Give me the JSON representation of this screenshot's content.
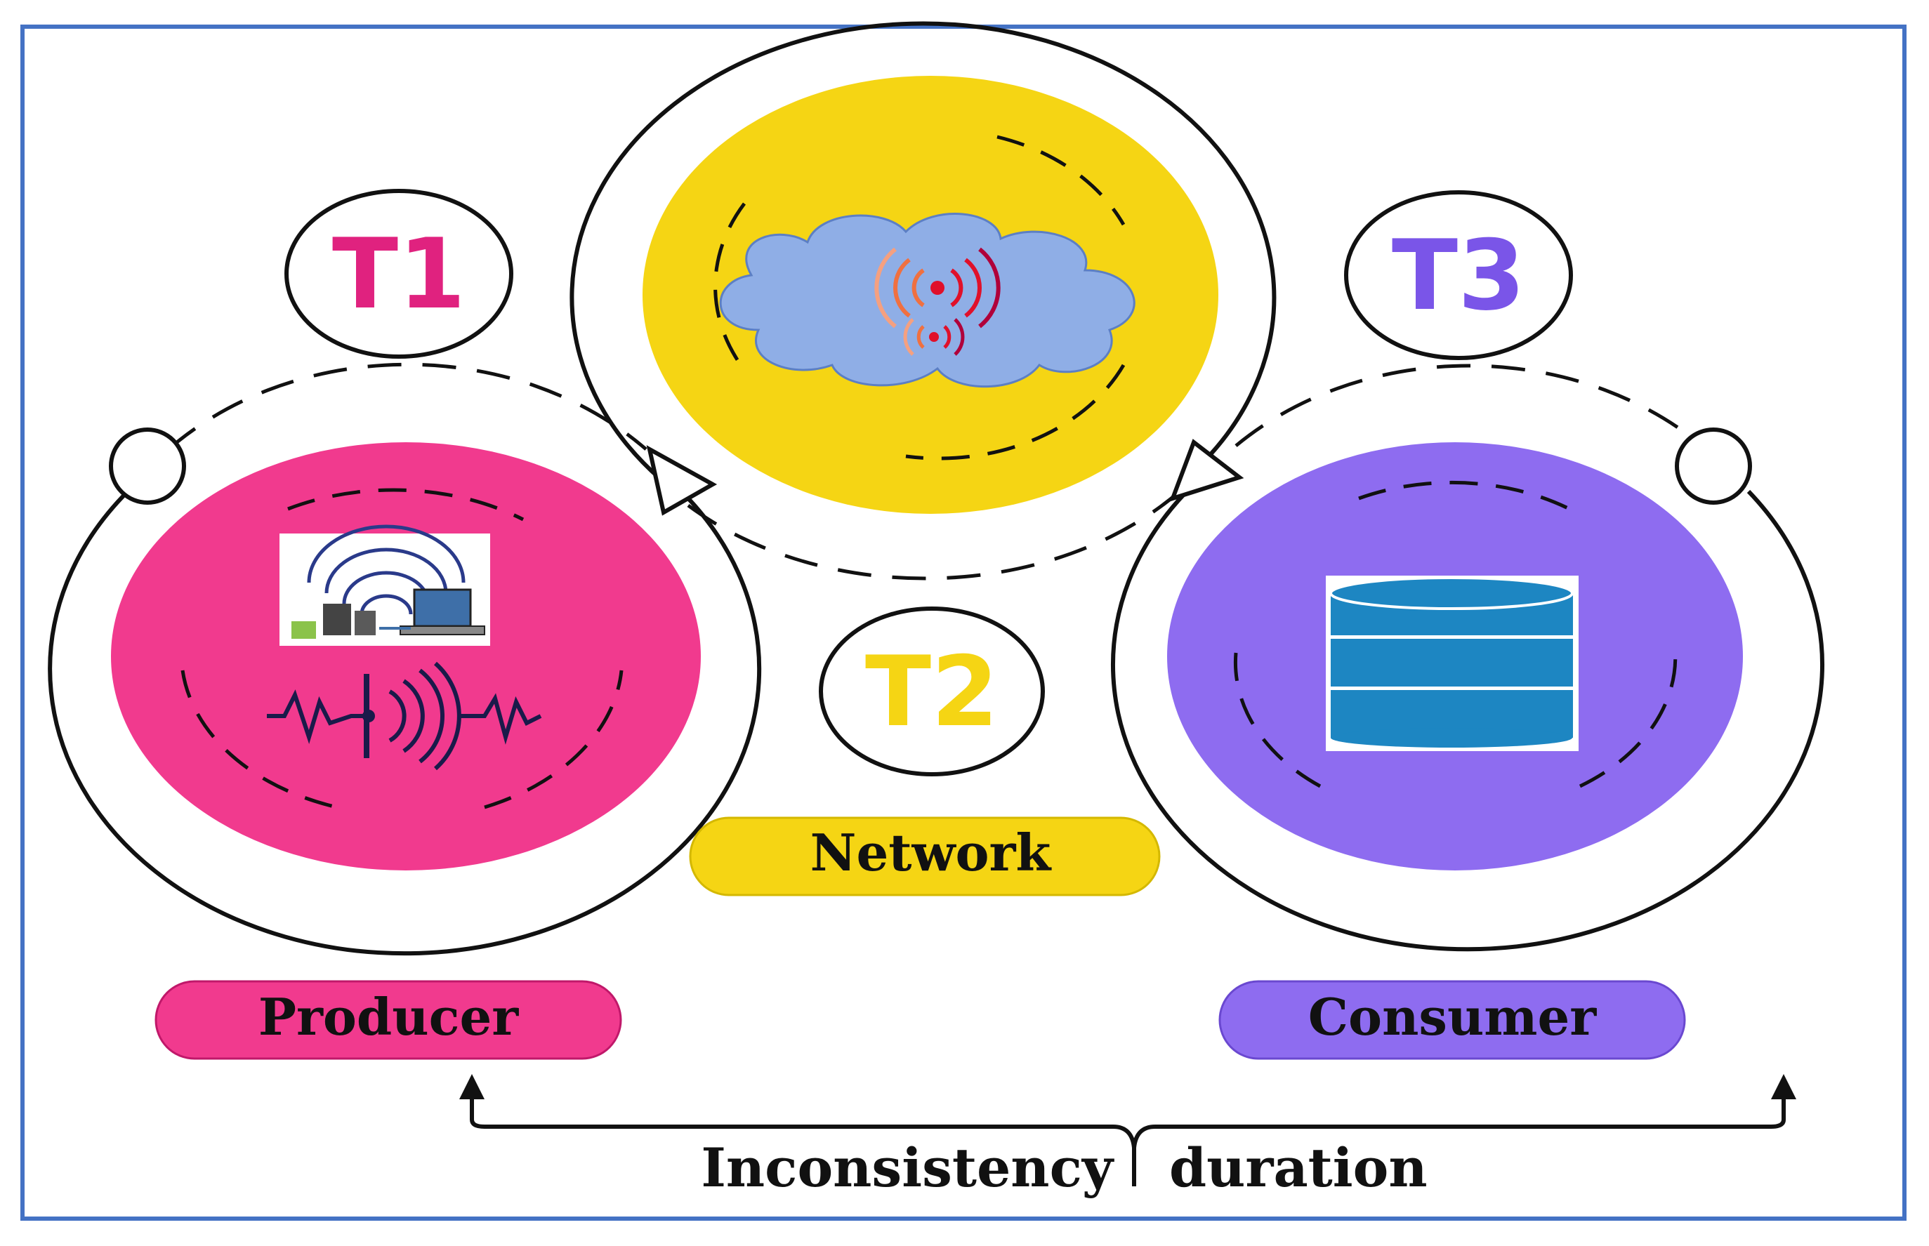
{
  "labels": {
    "t1": "T1",
    "t2": "T2",
    "t3": "T3",
    "network": "Network",
    "producer": "Producer",
    "consumer": "Consumer",
    "inconsistency_left": "Inconsistency",
    "inconsistency_right": "duration"
  },
  "colors": {
    "producer": "#F13A8E",
    "network": "#F5D514",
    "consumer": "#8E6CF0",
    "cloud": "#8FAEE6",
    "database": "#1D86C2",
    "frame": "#4472C4",
    "outline": "#111111",
    "t1_text": "#E0227F",
    "t2_text": "#F5D514",
    "t3_text": "#7A55E8"
  },
  "icons": {
    "producer": "wifi-laptop-sensor-icon",
    "network": "cloud-signal-icon",
    "consumer": "database-icon"
  }
}
